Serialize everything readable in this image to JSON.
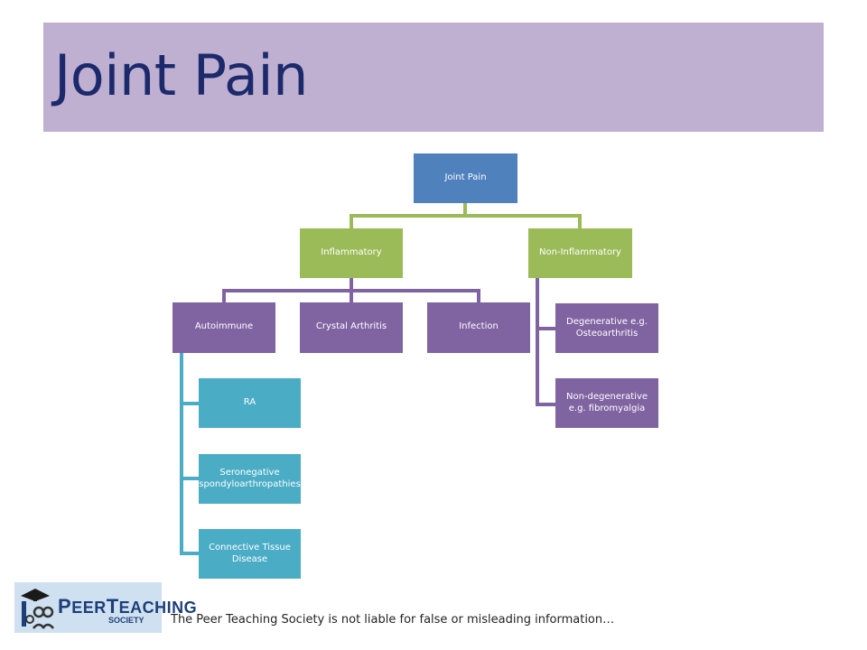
{
  "slide": {
    "title": "Joint Pain",
    "disclaimer": "The Peer Teaching Society is not liable for false or misleading information…"
  },
  "diagram": {
    "root": "Joint Pain",
    "inflammatory": "Inflammatory",
    "non_inflammatory": "Non-Inflammatory",
    "autoimmune": "Autoimmune",
    "crystal_arthritis": "Crystal Arthritis",
    "infection": "Infection",
    "ra": "RA",
    "seronegative": "Seronegative spondyloarthropathies",
    "connective_tissue": "Connective Tissue Disease",
    "degenerative": "Degenerative e.g. Osteoarthritis",
    "non_degenerative": "Non-degenerative e.g. fibromyalgia"
  },
  "logo": {
    "p": "P",
    "eer": "EER",
    "t": "T",
    "eaching": "EACHING",
    "society": "SOCIETY"
  },
  "colors": {
    "title_band": "#bfb0d1",
    "title_text": "#1c2a6c",
    "root": "#4f81bd",
    "level1": "#9bbb59",
    "level2": "#8064a2",
    "level3": "#4bacc6"
  }
}
